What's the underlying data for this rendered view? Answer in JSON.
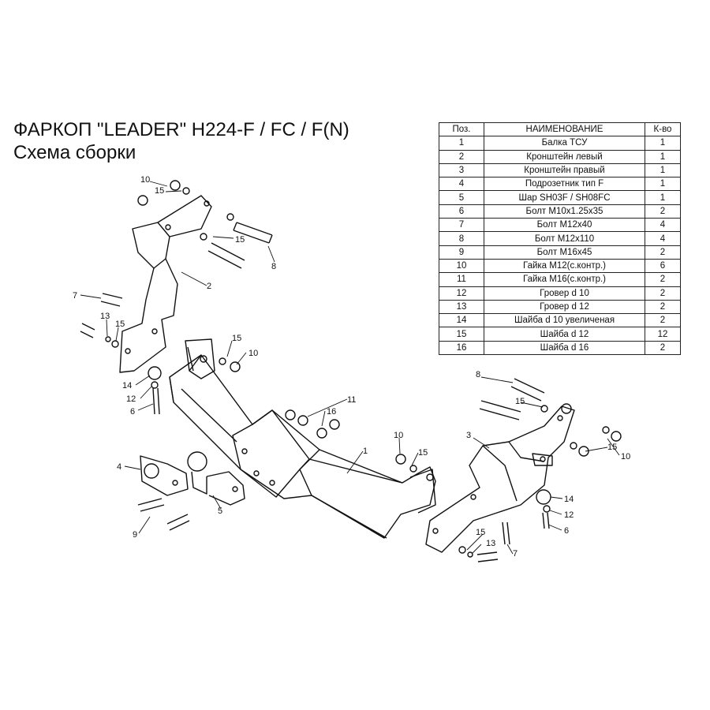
{
  "header": {
    "title": "ФАРКОП \"LEADER\" H224-F / FC / F(N)",
    "subtitle": "Схема сборки"
  },
  "table": {
    "columns": [
      "Поз.",
      "НАИМЕНОВАНИЕ",
      "К-во"
    ],
    "rows": [
      [
        "1",
        "Балка ТСУ",
        "1"
      ],
      [
        "2",
        "Кронштейн левый",
        "1"
      ],
      [
        "3",
        "Кронштейн правый",
        "1"
      ],
      [
        "4",
        "Подрозетник тип F",
        "1"
      ],
      [
        "5",
        "Шар SH03F / SH08FC",
        "1"
      ],
      [
        "6",
        "Болт М10x1.25x35",
        "2"
      ],
      [
        "7",
        "Болт М12x40",
        "4"
      ],
      [
        "8",
        "Болт М12x110",
        "4"
      ],
      [
        "9",
        "Болт М16x45",
        "2"
      ],
      [
        "10",
        "Гайка М12(с.контр.)",
        "6"
      ],
      [
        "11",
        "Гайка  М16(с.контр.)",
        "2"
      ],
      [
        "12",
        "Гровер d 10",
        "2"
      ],
      [
        "13",
        "Гровер d 12",
        "2"
      ],
      [
        "14",
        "Шайба d 10 увеличеная",
        "2"
      ],
      [
        "15",
        "Шайба d 12",
        "12"
      ],
      [
        "16",
        "Шайба d 16",
        "2"
      ]
    ]
  },
  "callouts": [
    "10",
    "15",
    "15",
    "8",
    "2",
    "7",
    "13",
    "15",
    "15",
    "10",
    "14",
    "12",
    "6",
    "11",
    "16",
    "1",
    "10",
    "15",
    "4",
    "5",
    "9",
    "8",
    "15",
    "3",
    "15",
    "10",
    "14",
    "12",
    "6",
    "15",
    "13",
    "7"
  ]
}
